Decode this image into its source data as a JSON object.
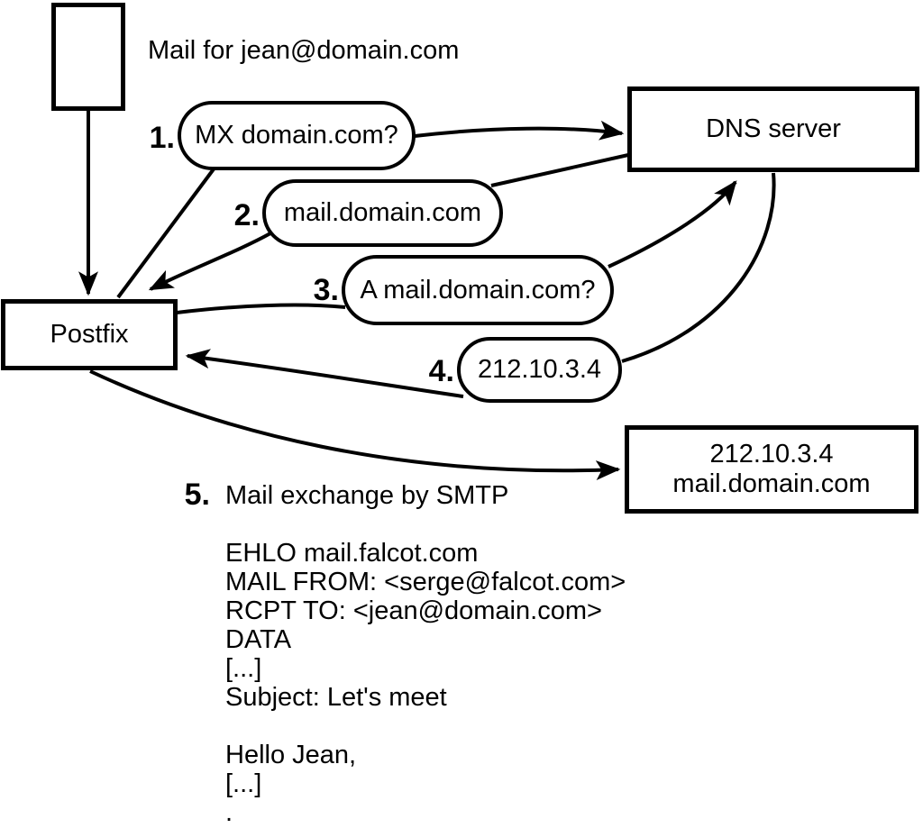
{
  "diagram": {
    "mail_label": "Mail for jean@domain.com",
    "postfix_label": "Postfix",
    "dns_label": "DNS server",
    "mailserver_line1": "212.10.3.4",
    "mailserver_line2": "mail.domain.com"
  },
  "steps": [
    {
      "num": "1.",
      "label": "MX domain.com?"
    },
    {
      "num": "2.",
      "label": "mail.domain.com"
    },
    {
      "num": "3.",
      "label": "A mail.domain.com?"
    },
    {
      "num": "4.",
      "label": "212.10.3.4"
    },
    {
      "num": "5.",
      "label": "Mail exchange by SMTP"
    }
  ],
  "smtp_session": {
    "lines": [
      "EHLO mail.falcot.com",
      "MAIL FROM: <serge@falcot.com>",
      "RCPT TO: <jean@domain.com>",
      "DATA",
      "[...]",
      "Subject: Let's meet",
      "",
      "Hello Jean,",
      "[...]",
      "."
    ]
  },
  "colors": {
    "stroke": "#000000",
    "fill": "#ffffff"
  }
}
